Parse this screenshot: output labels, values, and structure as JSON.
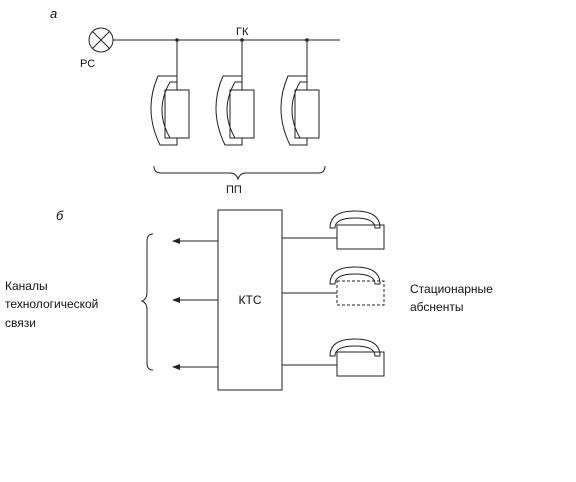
{
  "part_a": {
    "label": "а",
    "lamp_label": "РС",
    "bus_label": "ГК",
    "group_label": "ПП",
    "handset_count": 3
  },
  "part_b": {
    "label": "б",
    "center_block_label": "КТС",
    "left_group_lines": [
      "Каналы",
      "технологической",
      "связи"
    ],
    "right_group_lines": [
      "Стационарные",
      "абсненты"
    ],
    "channel_count": 3,
    "subscriber_count": 3
  }
}
